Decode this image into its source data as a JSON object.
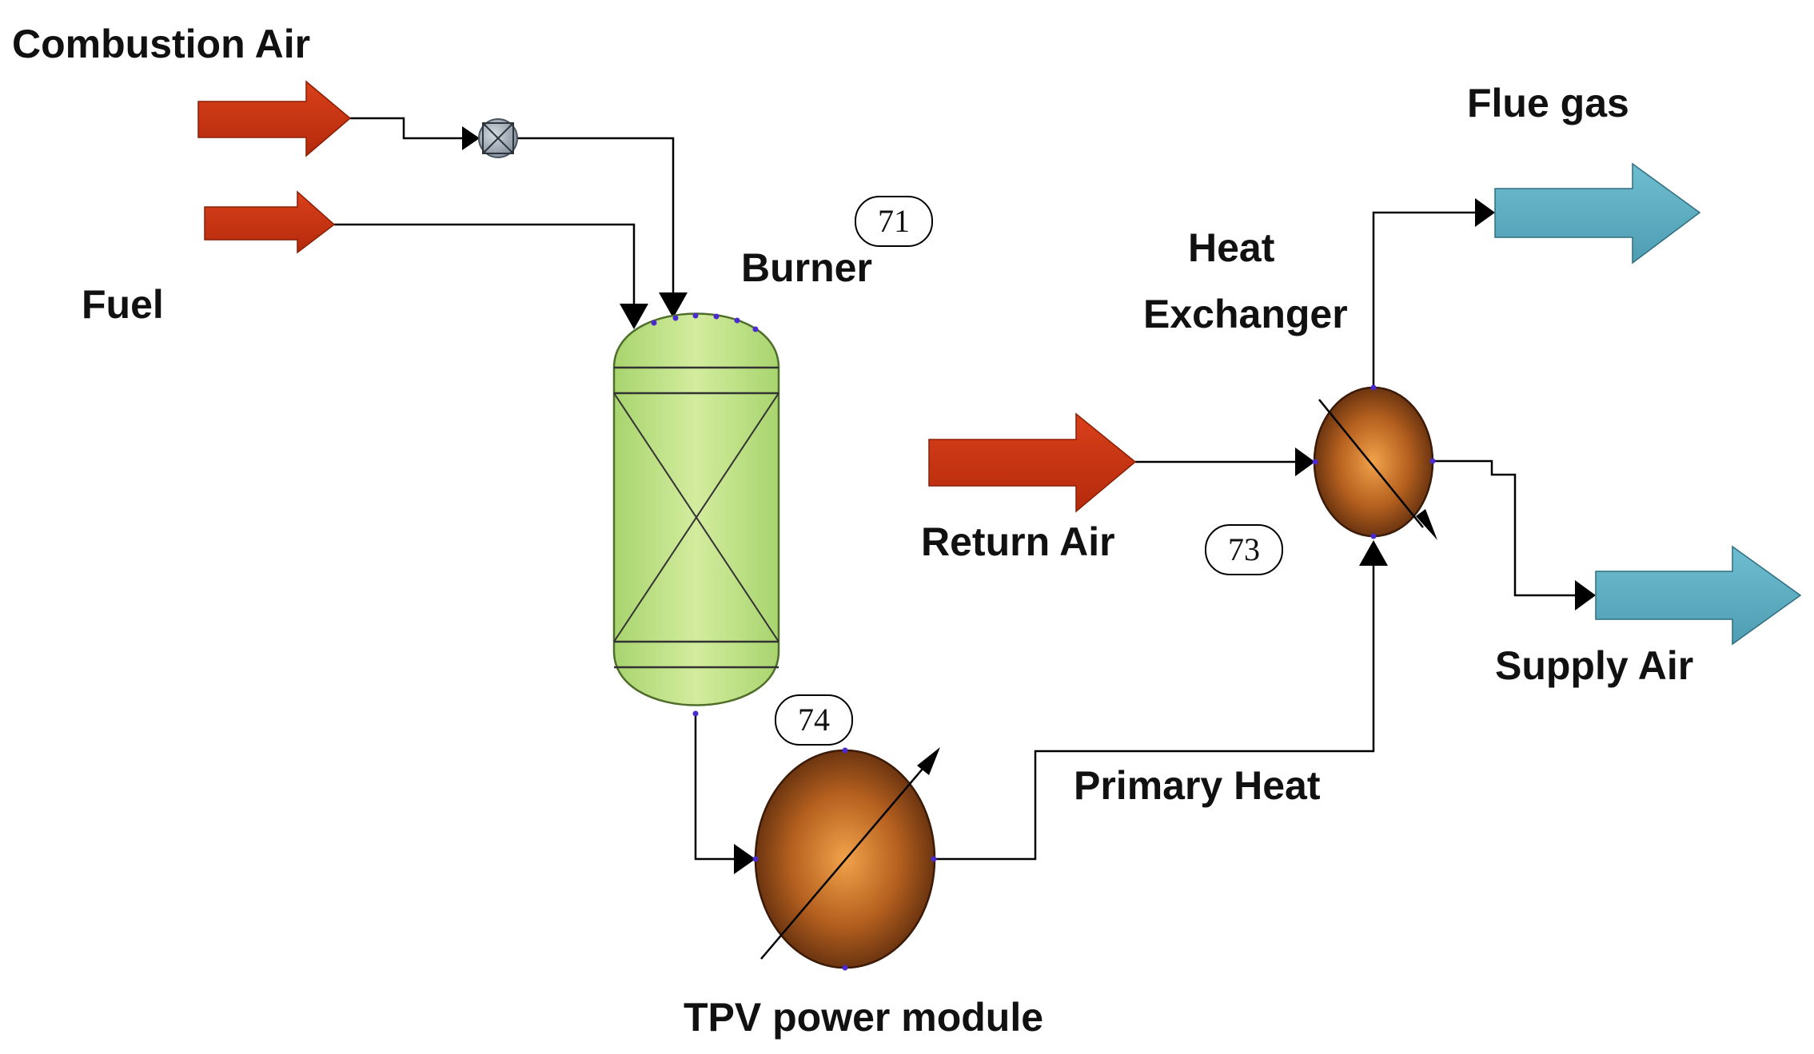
{
  "labels": {
    "combustion_air": "Combustion Air",
    "fuel": "Fuel",
    "burner": "Burner",
    "heat_exchanger_line1": "Heat",
    "heat_exchanger_line2": "Exchanger",
    "flue_gas": "Flue gas",
    "return_air": "Return Air",
    "supply_air": "Supply Air",
    "primary_heat": "Primary Heat",
    "tpv_module": "TPV power module"
  },
  "stream_tags": {
    "burner_tag": "71",
    "heat_exchanger_tag": "73",
    "tpv_tag": "74"
  },
  "colors": {
    "feed_arrow": "#c23010",
    "product_arrow": "#5aa9bd",
    "burner_body": "#b9df85",
    "exchanger_body": "#a4521b",
    "valve_body": "#9aa6b2"
  },
  "icons": {
    "valve": "valve-icon",
    "burner": "reactor-column-icon",
    "heat_exchanger": "heat-exchanger-icon",
    "tpv_module": "heat-exchanger-icon"
  }
}
